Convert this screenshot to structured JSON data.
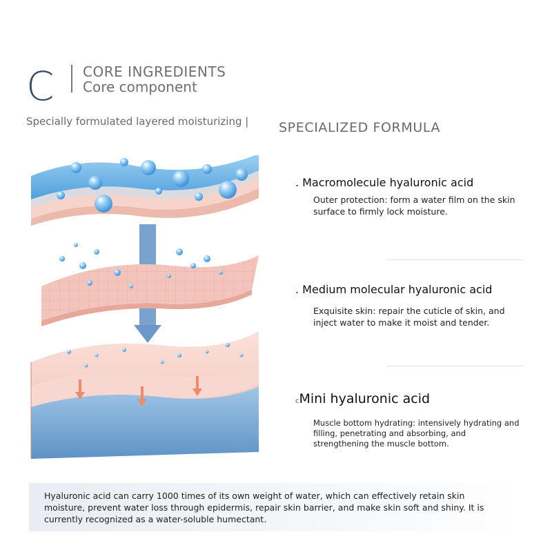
{
  "header": {
    "letter": "C",
    "title_line1": "CORE INGREDIENTS",
    "title_line2": "Core component",
    "subtitle_left": "Specially formulated layered moisturizing |",
    "subtitle_right": "SPECIALIZED FORMULA"
  },
  "features": [
    {
      "heading": ". Macromolecule hyaluronic acid",
      "description": "Outer protection: form a water film on the skin surface to firmly lock moisture."
    },
    {
      "heading": ". Medium molecular hyaluronic acid",
      "description": "Exquisite skin: repair the cuticle of skin, and inject water to make it moist and tender."
    },
    {
      "heading": "Mini hyaluronic acid",
      "marker": "c",
      "description": "Muscle bottom hydrating: intensively hydrating and filling, penetrating and absorbing, and strengthening the muscle bottom."
    }
  ],
  "footer": {
    "text": "Hyaluronic acid can carry 1000 times of its own weight of water, which can effectively retain skin moisture, prevent water loss through epidermis, repair skin barrier, and make skin soft and shiny. It is currently recognized as a water-soluble humectant."
  },
  "colors": {
    "accent_dark": "#3b4d68",
    "water_blue": "#5aa8e0",
    "skin_pink": "#f3c4bc"
  }
}
